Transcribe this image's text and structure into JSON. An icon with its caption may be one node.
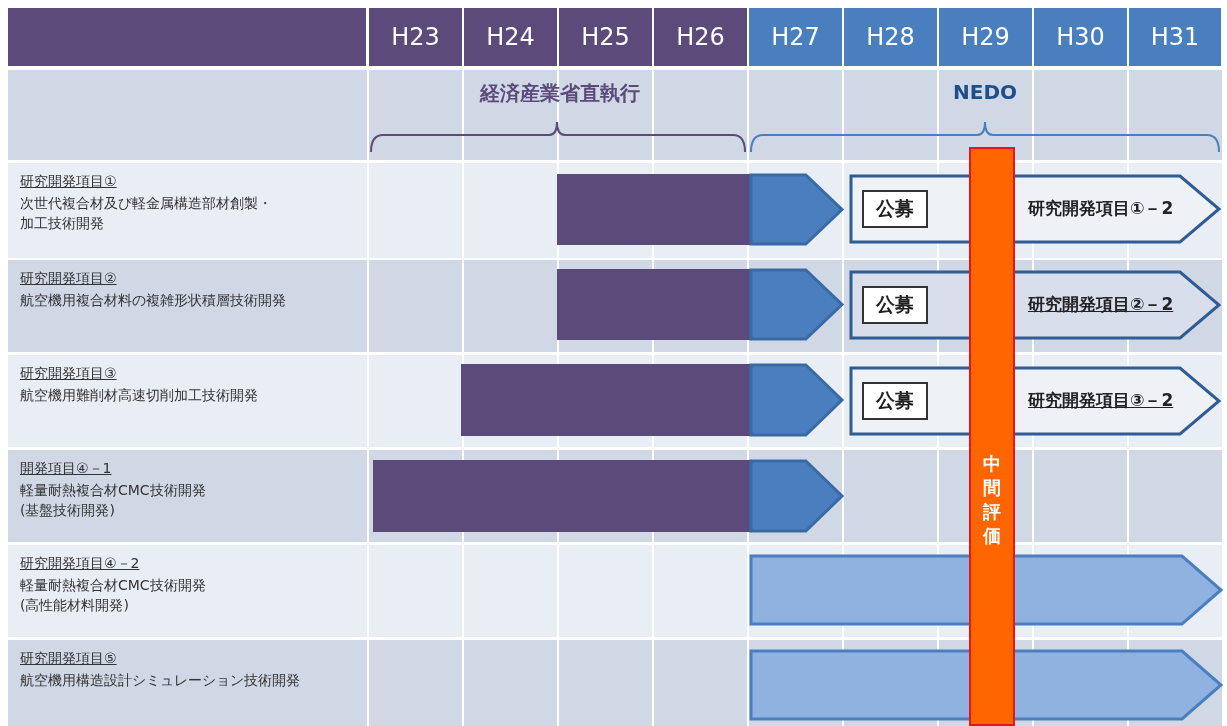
{
  "diagram": {
    "nodes": [
      {
        "text": [],
        "shape": "chevron"
      },
      {
        "text": [
          "研究開発項目①－2"
        ]
      },
      {
        "text": [
          "公募"
        ],
        "in": 1
      },
      {
        "text": [],
        "shape": "chevron"
      },
      {
        "text": [
          "研究開発項目②－2"
        ]
      },
      {
        "text": [
          "公募"
        ],
        "in": 4
      },
      {
        "text": [],
        "shape": "chevron"
      },
      {
        "text": [
          "研究開発項目③－2"
        ]
      },
      {
        "text": [
          "公募"
        ],
        "in": 7
      },
      {
        "text": [],
        "shape": "chevron"
      },
      {
        "text": [],
        "shape": "chevron"
      },
      {
        "text": [],
        "shape": "chevron"
      },
      {
        "text": [
          "中間評価"
        ]
      }
    ],
    "labels": [
      "H23",
      "H24",
      "H25",
      "H26",
      "H27",
      "H28",
      "H29",
      "H30",
      "H31",
      "経済産業省直執行",
      "NEDO",
      "研究開発項目①",
      "次世代複合材及び軽金属構造部材創製・加工技術開発",
      "研究開発項目②",
      "航空機用複合材料の複雑形状積層技術開発",
      "研究開発項目③",
      "航空機用難削材高速切削加工技術開発",
      "開発項目④－1",
      "軽量耐熱複合材CMC技術開発 (基盤技術開発)",
      "研究開発項目④－2",
      "軽量耐熱複合材CMC技術開発 (高性能材料開発)",
      "研究開発項目⑤",
      "航空機用構造設計シミュレーション技術開発"
    ]
  }
}
